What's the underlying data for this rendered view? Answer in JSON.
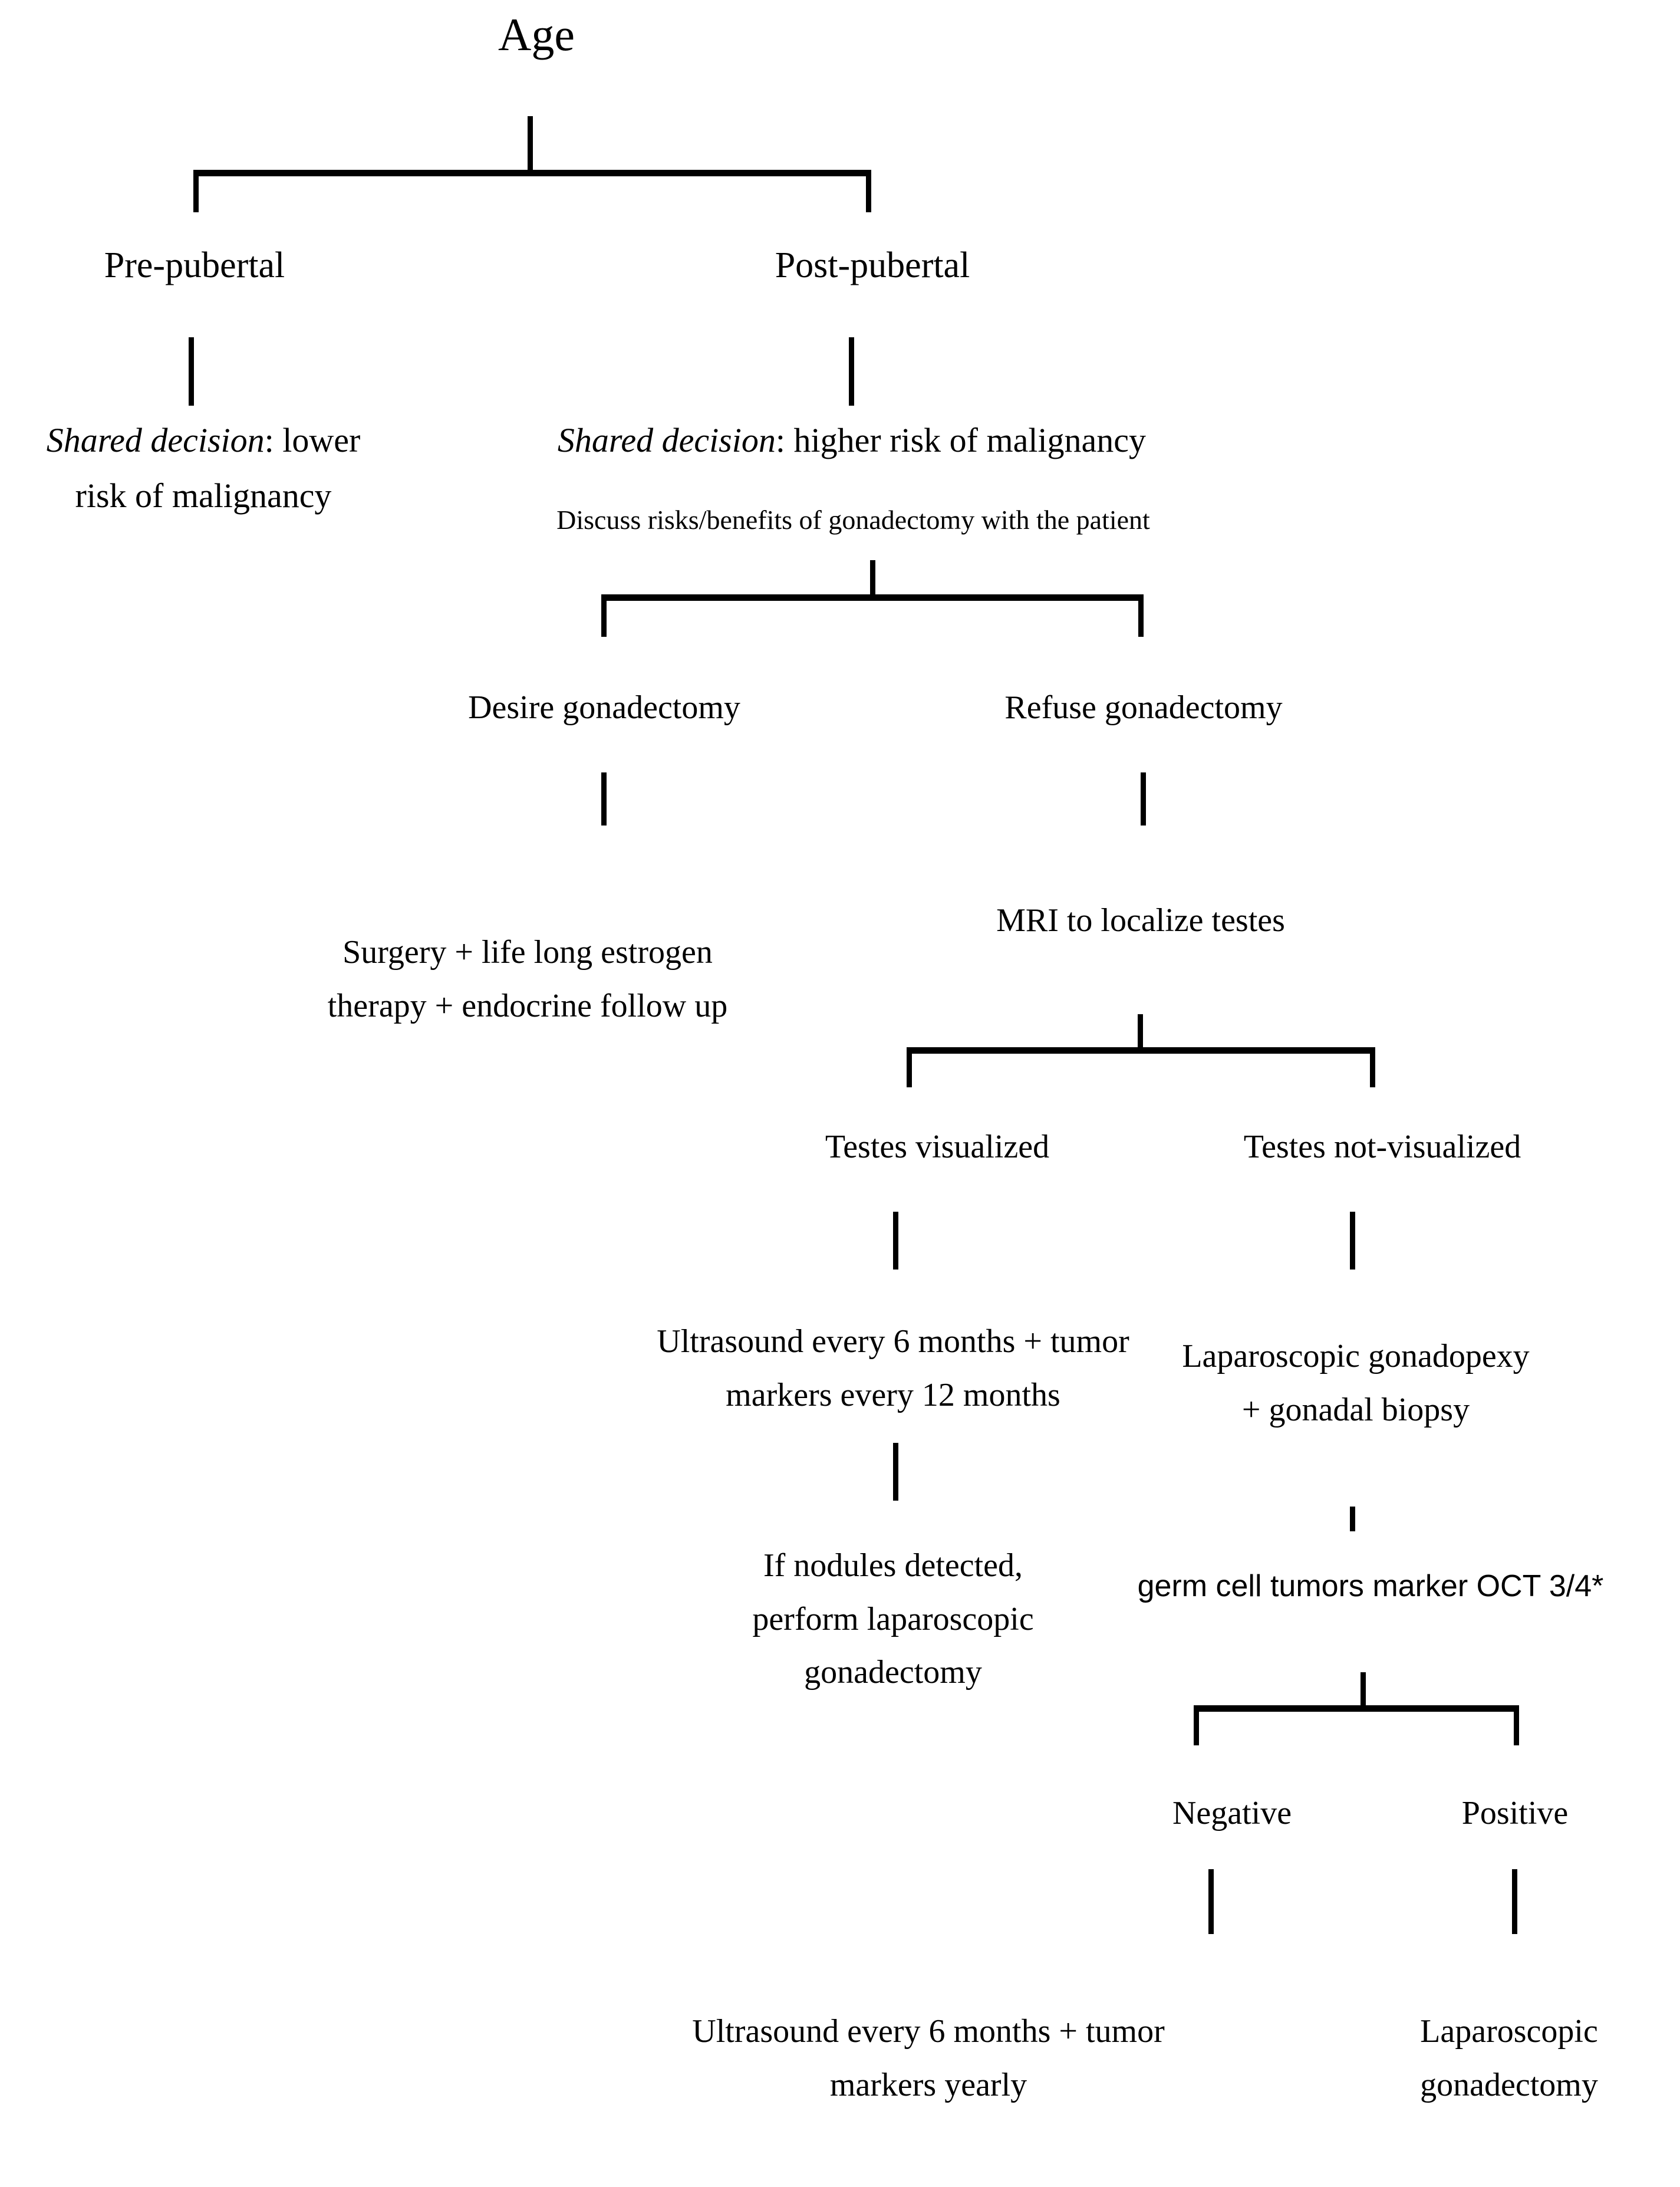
{
  "diagram": {
    "title": "Age",
    "nodes": {
      "root": "Age",
      "pre_pubertal": "Pre-pubertal",
      "post_pubertal": "Post-pubertal",
      "shared_left_em": "Shared decision",
      "shared_left_rest": ": lower",
      "shared_left_line2": "risk of malignancy",
      "shared_right_em": "Shared decision",
      "shared_right_rest": ": higher risk of malignancy",
      "discuss": "Discuss risks/benefits of gonadectomy with the patient",
      "desire_gonadectomy": "Desire gonadectomy",
      "refuse_gonadectomy": "Refuse gonadectomy",
      "surgery_line1": "Surgery + life long estrogen",
      "surgery_line2": "therapy + endocrine follow up",
      "mri": "MRI to localize testes",
      "testes_visualized": "Testes visualized",
      "testes_not_visualized": "Testes not-visualized",
      "ultrasound_a_line1": "Ultrasound every 6 months + tumor",
      "ultrasound_a_line2": "markers every 12 months",
      "laparoscopic_gonadopexy_line1": "Laparoscopic gonadopexy",
      "laparoscopic_gonadopexy_line2": "+ gonadal biopsy",
      "nodules_line1": "If nodules detected,",
      "nodules_line2": "perform laparoscopic",
      "nodules_line3": "gonadectomy",
      "oct_marker": "germ cell tumors marker OCT 3/4*",
      "negative": "Negative",
      "positive": "Positive",
      "ultrasound_b_line1": "Ultrasound every 6 months + tumor",
      "ultrasound_b_line2": "markers yearly",
      "laparoscopic_gonadectomy_line1": "Laparoscopic",
      "laparoscopic_gonadectomy_line2": "gonadectomy"
    },
    "colors": {
      "line": "#000000",
      "text": "#000000",
      "background": "#ffffff"
    }
  }
}
